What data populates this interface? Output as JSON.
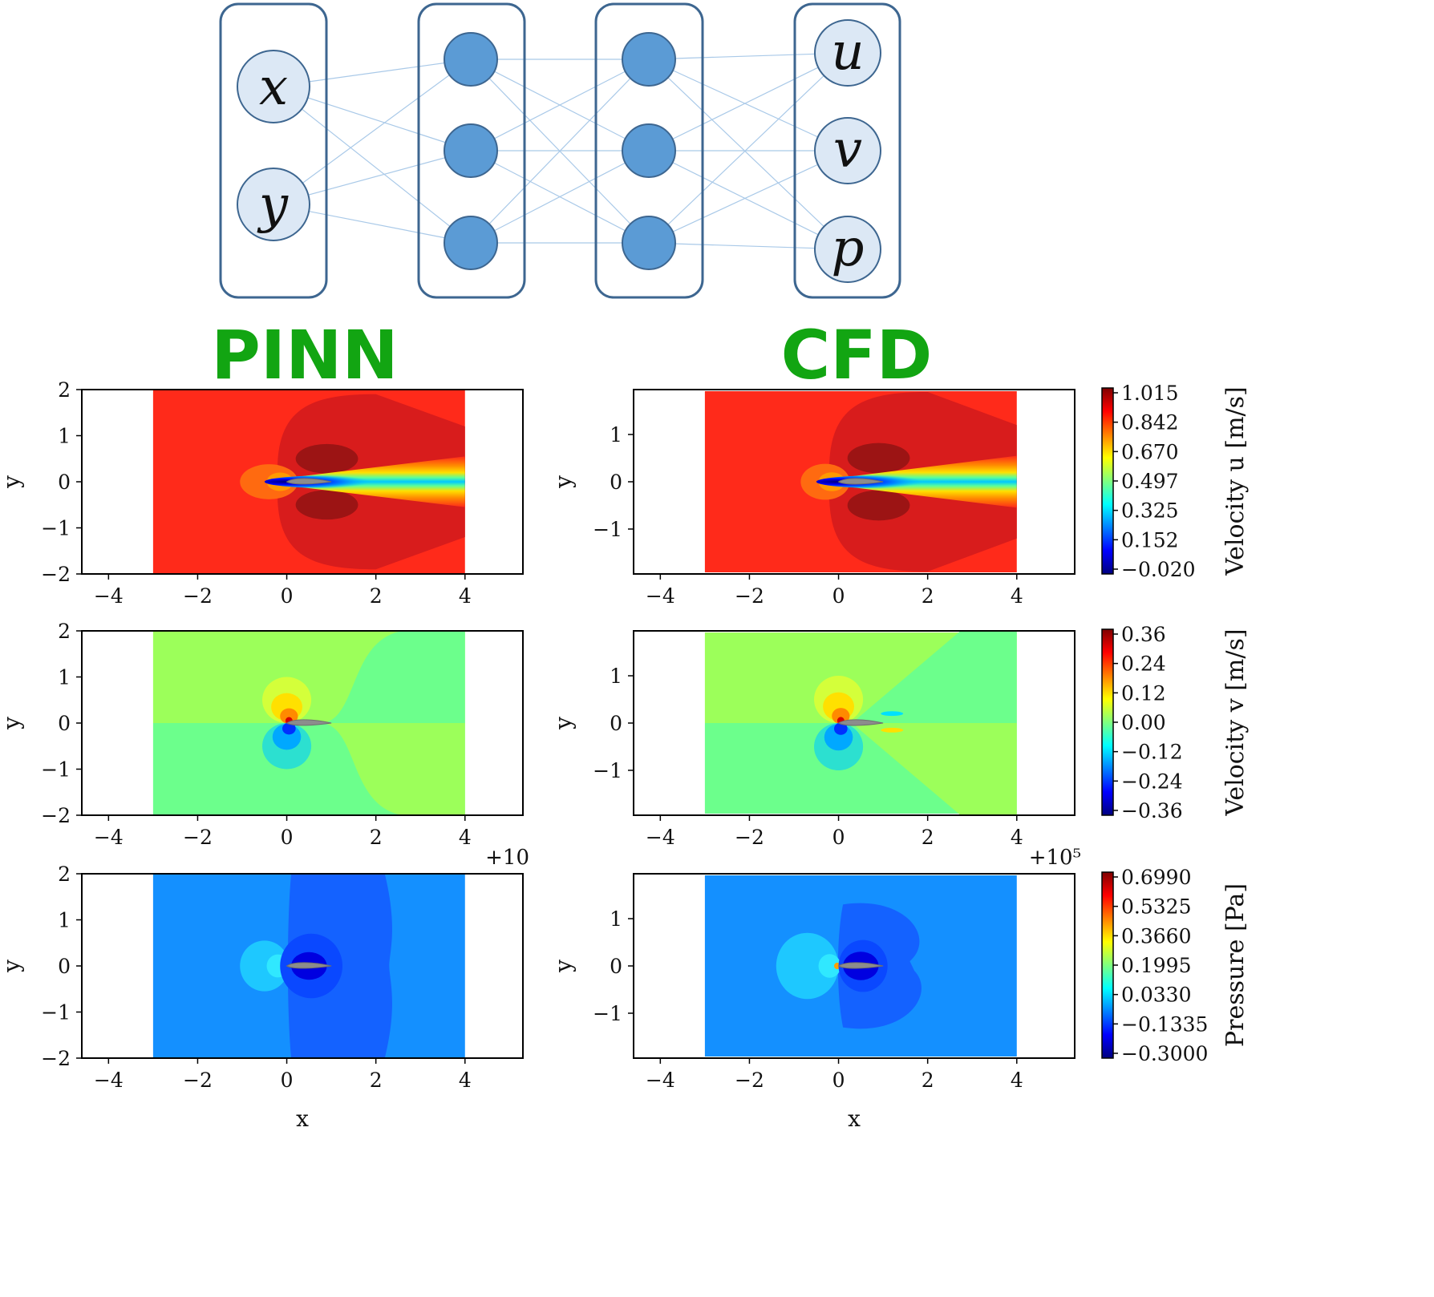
{
  "network": {
    "inputs": [
      "x",
      "y"
    ],
    "hidden_layers": 2,
    "hidden_nodes_per_layer": 3,
    "outputs": [
      "u",
      "v",
      "p"
    ],
    "colors": {
      "box": "#3d6690",
      "input_fill": "#dce8f5",
      "hidden_fill": "#5b9bd5",
      "edge": "#a9c9e8"
    }
  },
  "columns": {
    "left_title": "PINN",
    "right_title": "CFD"
  },
  "axes": {
    "xlabel": "x",
    "ylabel": "y",
    "xlim": [
      -4.6,
      5.3
    ],
    "left_ylim": [
      -2,
      2
    ],
    "right_ylim": [
      -1.95,
      1.95
    ],
    "xticks": [
      -4,
      -2,
      0,
      2,
      4
    ],
    "xtick_labels": [
      "−4",
      "−2",
      "0",
      "2",
      "4"
    ],
    "left_yticks": [
      -2,
      -1,
      0,
      1,
      2
    ],
    "left_ytick_labels": [
      "−2",
      "−1",
      "0",
      "1",
      "2"
    ],
    "right_yticks": [
      -1,
      0,
      1
    ],
    "right_ytick_labels": [
      "−1",
      "0",
      "1"
    ],
    "domain_x": [
      -3,
      4
    ]
  },
  "rows": [
    {
      "field": "u",
      "colorbar_label": "Velocity u [m/s]",
      "colorbar_ticks": [
        "1.015",
        "0.842",
        "0.670",
        "0.497",
        "0.325",
        "0.152",
        "−0.020"
      ],
      "offset_left": "",
      "offset_right": ""
    },
    {
      "field": "v",
      "colorbar_label": "Velocity v [m/s]",
      "colorbar_ticks": [
        "0.36",
        "0.24",
        "0.12",
        "0.00",
        "−0.12",
        "−0.24",
        "−0.36"
      ],
      "offset_left": "",
      "offset_right": ""
    },
    {
      "field": "p",
      "colorbar_label": "Pressure [Pa]",
      "colorbar_ticks": [
        "0.6990",
        "0.5325",
        "0.3660",
        "0.1995",
        "0.0330",
        "−0.1335",
        "−0.3000"
      ],
      "offset_left": "+10",
      "offset_right": "+10⁵"
    }
  ],
  "colors": {
    "airfoil": "#8c8c8c",
    "title_green": "#12a512"
  }
}
